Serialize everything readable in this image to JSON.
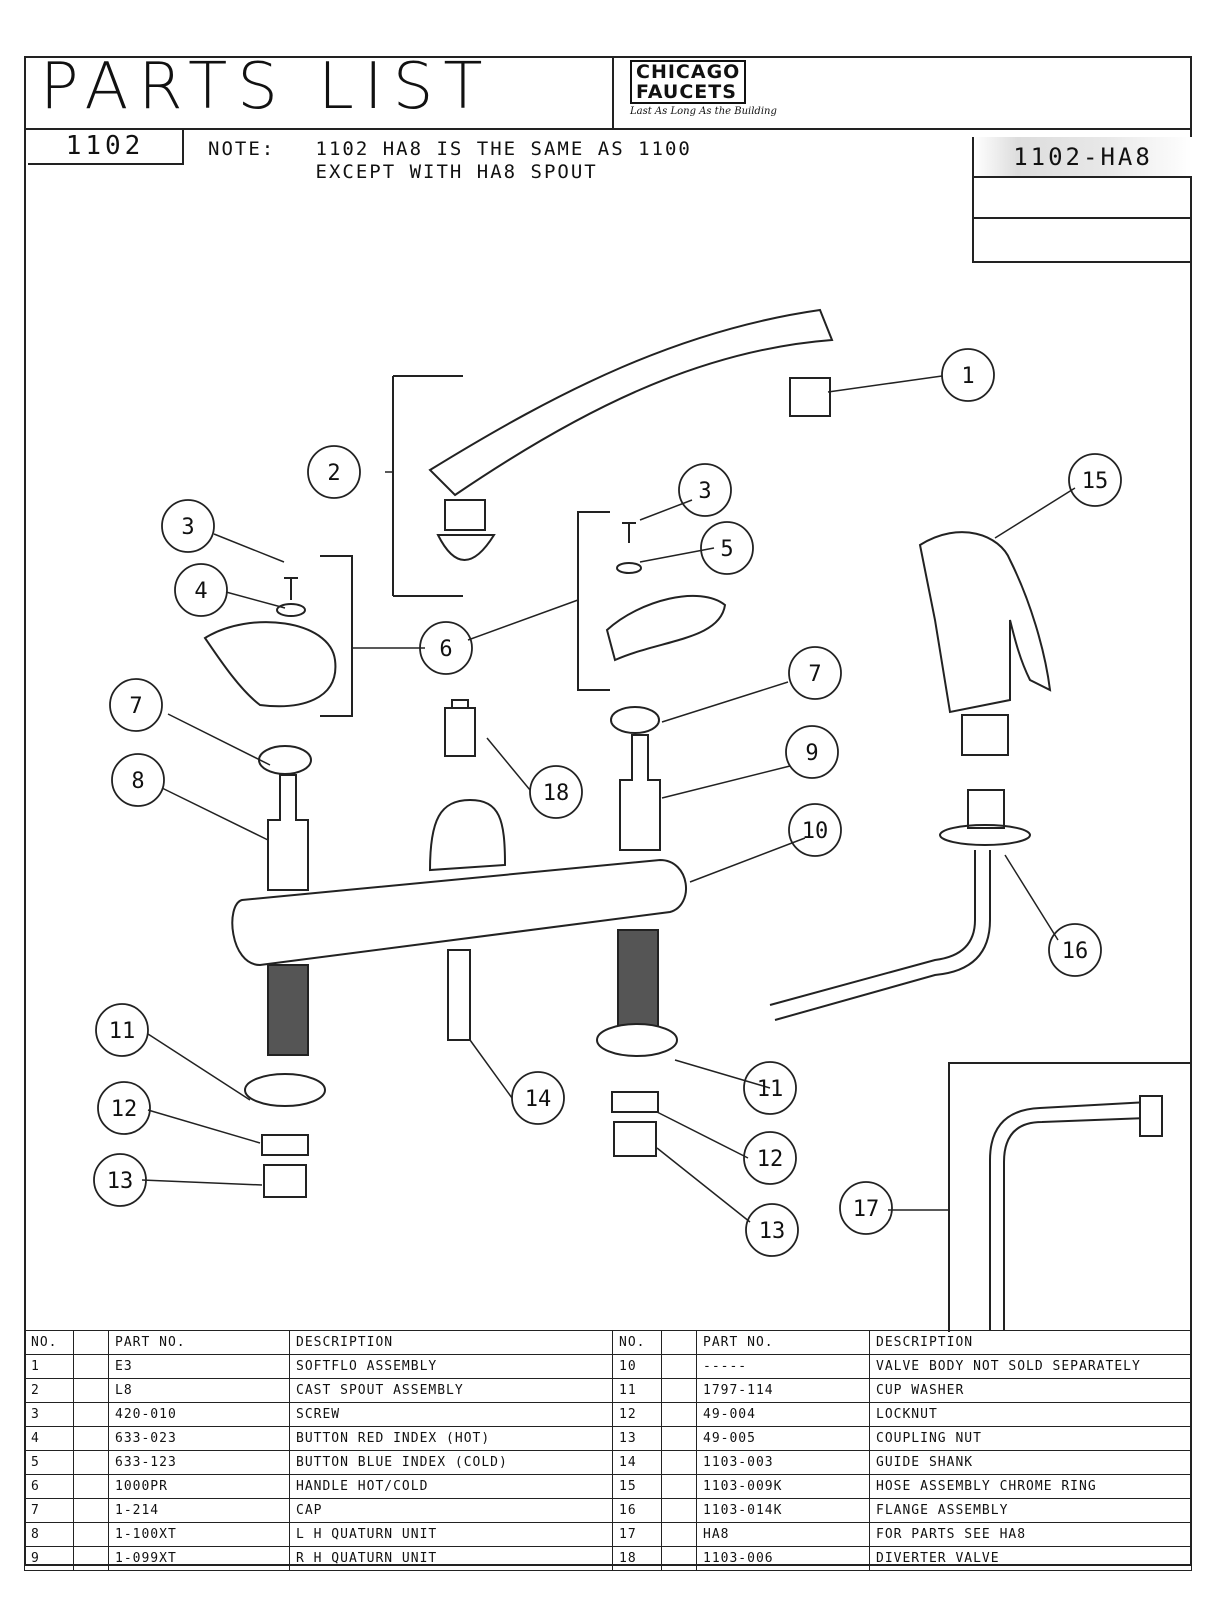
{
  "header": {
    "title": "PARTS LIST",
    "brand_line1": "CHICAGO",
    "brand_line2": "FAUCETS",
    "tagline": "Last As Long As the Building",
    "model": "1102",
    "note_label": "NOTE:",
    "note_line1": "1102 HA8 IS THE SAME AS 1100",
    "note_line2": "EXCEPT WITH HA8 SPOUT",
    "ref_number": "1102-HA8"
  },
  "callouts": [
    "1",
    "2",
    "3",
    "4",
    "3",
    "5",
    "6",
    "7",
    "7",
    "8",
    "9",
    "10",
    "18",
    "15",
    "16",
    "11",
    "11",
    "12",
    "12",
    "13",
    "13",
    "14",
    "17"
  ],
  "table": {
    "headers": {
      "no": "NO.",
      "part_no": "PART NO.",
      "description": "DESCRIPTION"
    },
    "left_rows": [
      {
        "no": "1",
        "part_no": "E3",
        "description": "SOFTFLO ASSEMBLY"
      },
      {
        "no": "2",
        "part_no": "L8",
        "description": "CAST SPOUT ASSEMBLY"
      },
      {
        "no": "3",
        "part_no": "420-010",
        "description": "SCREW"
      },
      {
        "no": "4",
        "part_no": "633-023",
        "description": "BUTTON RED INDEX (HOT)"
      },
      {
        "no": "5",
        "part_no": "633-123",
        "description": "BUTTON BLUE INDEX (COLD)"
      },
      {
        "no": "6",
        "part_no": "1000PR",
        "description": "HANDLE HOT/COLD"
      },
      {
        "no": "7",
        "part_no": "1-214",
        "description": "CAP"
      },
      {
        "no": "8",
        "part_no": "1-100XT",
        "description": "L H QUATURN UNIT"
      },
      {
        "no": "9",
        "part_no": "1-099XT",
        "description": "R H QUATURN UNIT"
      }
    ],
    "right_rows": [
      {
        "no": "10",
        "part_no": "-----",
        "description": "VALVE BODY NOT SOLD SEPARATELY"
      },
      {
        "no": "11",
        "part_no": "1797-114",
        "description": "CUP WASHER"
      },
      {
        "no": "12",
        "part_no": "49-004",
        "description": "LOCKNUT"
      },
      {
        "no": "13",
        "part_no": "49-005",
        "description": "COUPLING NUT"
      },
      {
        "no": "14",
        "part_no": "1103-003",
        "description": "GUIDE SHANK"
      },
      {
        "no": "15",
        "part_no": "1103-009K",
        "description": "HOSE ASSEMBLY CHROME RING"
      },
      {
        "no": "16",
        "part_no": "1103-014K",
        "description": "FLANGE ASSEMBLY"
      },
      {
        "no": "17",
        "part_no": "HA8",
        "description": "FOR PARTS SEE HA8"
      },
      {
        "no": "18",
        "part_no": "1103-006",
        "description": "DIVERTER VALVE"
      }
    ]
  }
}
